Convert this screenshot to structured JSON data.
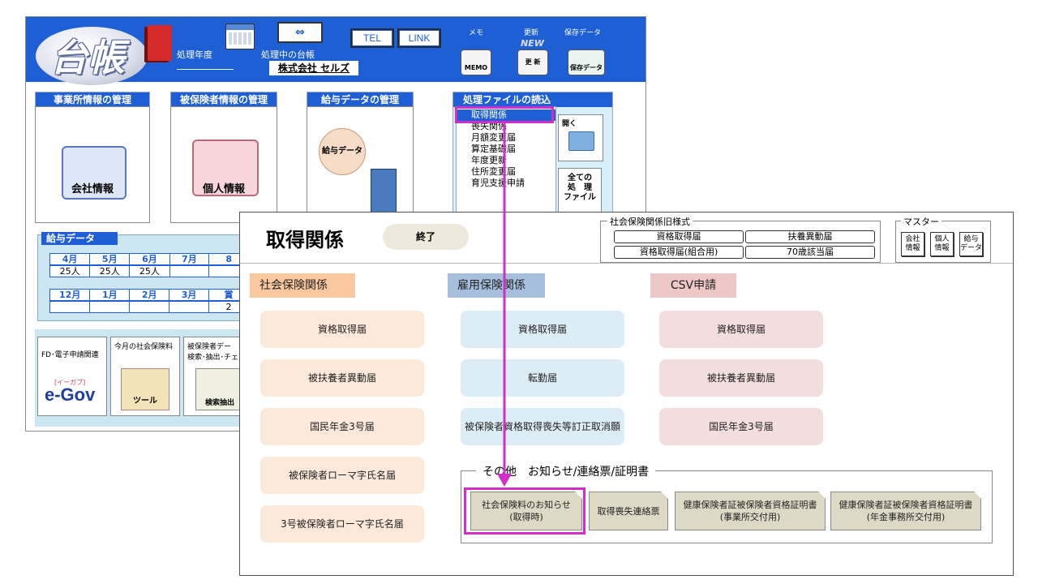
{
  "back_window": {
    "logo_text": "台帳",
    "processing_year_label": "処理年度",
    "current_ledger_label": "処理中の台帳",
    "company_name": "株式会社 セルズ",
    "tel_label": "TEL",
    "link_label": "LINK",
    "memo": {
      "caption": "メモ",
      "icon_text": "MEMO"
    },
    "update": {
      "caption": "更新",
      "icon_text": "更 新",
      "new_text": "NEW"
    },
    "save_data": {
      "caption": "保存データ",
      "icon_text": "保存データ"
    },
    "panels": {
      "office": {
        "title": "事業所情報の管理",
        "tile_label": "会社情報"
      },
      "insured": {
        "title": "被保険者情報の管理",
        "tile_label": "個人情報"
      },
      "salary": {
        "title": "給与データの管理",
        "tile_label": "給与データ"
      },
      "files": {
        "title": "処理ファイルの読込",
        "items": [
          "取得関係",
          "喪失関係",
          "月額変更届",
          "算定基礎届",
          "年度更新",
          "住所変更届",
          "育児支援申請"
        ],
        "open_label": "開く",
        "all_files_label": "全ての\n処　理\nファイル"
      }
    },
    "salary_table": {
      "title": "給与データ",
      "row1_months": [
        "4月",
        "5月",
        "6月",
        "7月",
        "8"
      ],
      "row1_values": [
        "25人",
        "25人",
        "25人",
        "",
        ""
      ],
      "row2_months": [
        "12月",
        "1月",
        "2月",
        "3月",
        "賞"
      ],
      "row2_values": [
        "",
        "",
        "",
        "",
        "2"
      ]
    },
    "bottom_tiles": {
      "fd": {
        "title": "FD･電子申請関連",
        "logo": "e-Gov",
        "logo_small": "[イーガブ]"
      },
      "insurance": {
        "title": "今月の社会保険料",
        "label": "ツール"
      },
      "search": {
        "title": "被保険者デー\n検索･抽出･チェ",
        "label": "検索抽出"
      }
    }
  },
  "front_window": {
    "title": "取得関係",
    "end_button": "終了",
    "old_format": {
      "legend": "社会保険関係旧様式",
      "buttons": [
        "資格取得届",
        "扶養異動届",
        "資格取得届(組合用)",
        "70歳該当届"
      ]
    },
    "master": {
      "legend": "マスター",
      "buttons": [
        "会社\n情報",
        "個人\n情報",
        "給与\nデータ"
      ]
    },
    "sections": {
      "social": {
        "header": "社会保険関係",
        "items": [
          "資格取得届",
          "被扶養者異動届",
          "国民年金3号届",
          "被保険者ローマ字氏名届",
          "3号被保険者ローマ字氏名届"
        ]
      },
      "employment": {
        "header": "雇用保険関係",
        "items": [
          "資格取得届",
          "転勤届",
          "被保険者資格取得喪失等訂正取消願"
        ]
      },
      "csv": {
        "header": "CSV申請",
        "items": [
          "資格取得届",
          "被扶養者異動届",
          "国民年金3号届"
        ]
      }
    },
    "other": {
      "legend": "その他　お知らせ/連絡票/証明書",
      "buttons": [
        {
          "line1": "社会保険料のお知らせ",
          "line2": "(取得時)"
        },
        {
          "line1": "取得喪失連絡票",
          "line2": ""
        },
        {
          "line1": "健康保険者証被保険者資格証明書",
          "line2": "(事業所交付用)"
        },
        {
          "line1": "健康保険者証被保険者資格証明書",
          "line2": "(年金事務所交付用)"
        }
      ]
    }
  },
  "colors": {
    "header_blue": "#1f5fd6",
    "highlight_magenta": "#d12fc8",
    "social_header": "#fbc9a0",
    "employment_header": "#a6bfdc",
    "csv_header": "#eec7c7"
  }
}
